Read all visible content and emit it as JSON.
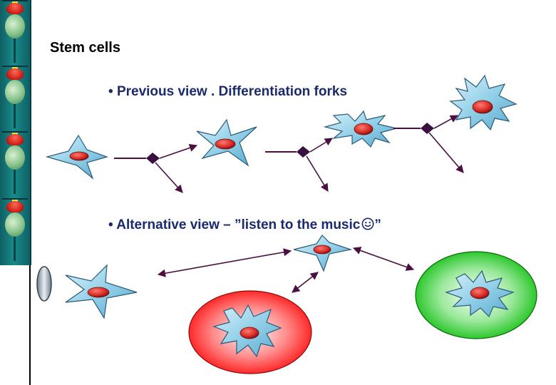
{
  "title": "Stem cells",
  "bullet1": {
    "marker": "•",
    "text": "Previous view . Differentiation forks"
  },
  "bullet2": {
    "marker": "•",
    "text_before": "Alternative view – ”listen to the music",
    "text_after": "”",
    "icon": "smiley-icon"
  },
  "colors": {
    "cell_fill": "#9fd6ea",
    "cell_stroke": "#2a5a78",
    "nucleus": "#d83a36",
    "arrow": "#4a1040",
    "fork_node": "#3a1040",
    "red_blob": "#ff1f1f",
    "green_blob": "#22cc22",
    "strip": "#147a7c"
  }
}
